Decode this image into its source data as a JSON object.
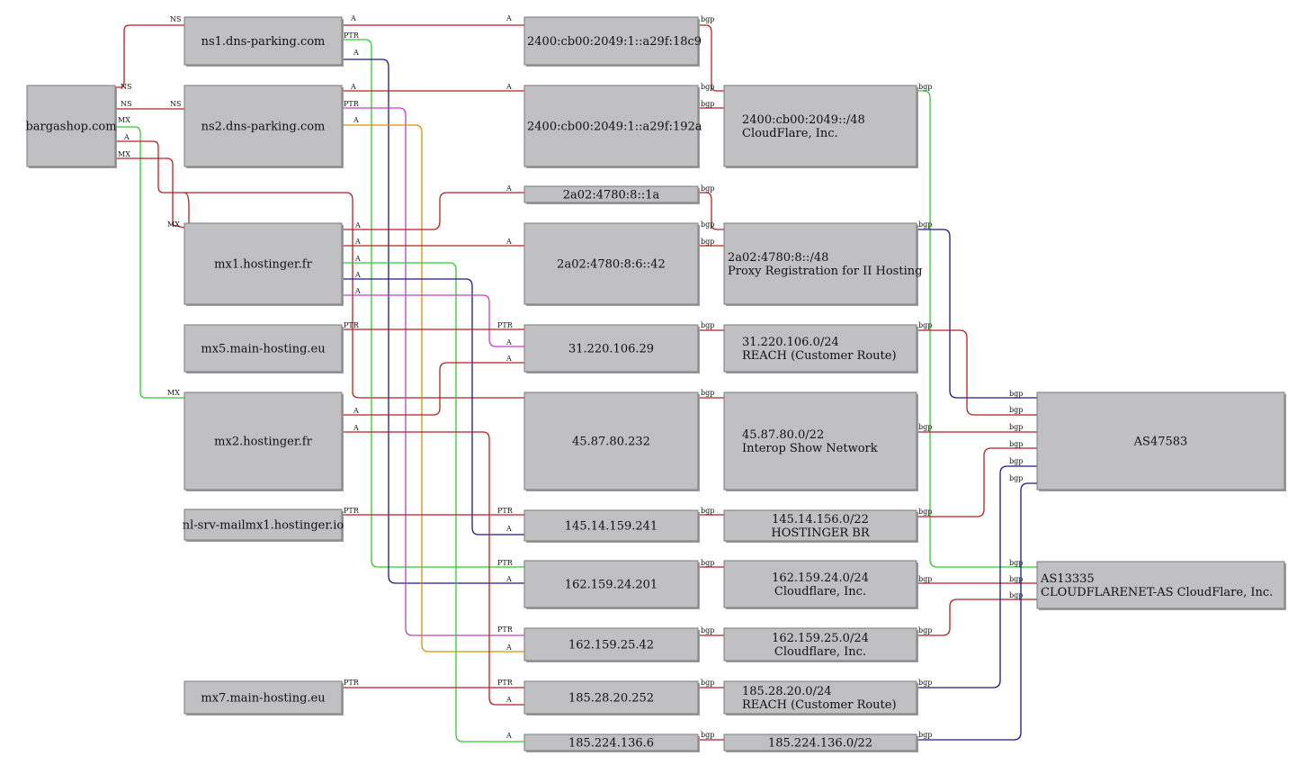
{
  "nodes": [
    {
      "id": "bargashop",
      "lines": [
        "bargashop.com"
      ]
    },
    {
      "id": "ns1",
      "lines": [
        "ns1.dns-parking.com"
      ]
    },
    {
      "id": "ns2",
      "lines": [
        "ns2.dns-parking.com"
      ]
    },
    {
      "id": "mx1",
      "lines": [
        "mx1.hostinger.fr"
      ]
    },
    {
      "id": "mx5",
      "lines": [
        "mx5.main-hosting.eu"
      ]
    },
    {
      "id": "mx2",
      "lines": [
        "mx2.hostinger.fr"
      ]
    },
    {
      "id": "nlsrv",
      "lines": [
        "nl-srv-mailmx1.hostinger.io"
      ]
    },
    {
      "id": "mx7",
      "lines": [
        "mx7.main-hosting.eu"
      ]
    },
    {
      "id": "ip6a",
      "lines": [
        "2400:cb00:2049:1::a29f:18c9"
      ]
    },
    {
      "id": "ip6b",
      "lines": [
        "2400:cb00:2049:1::a29f:192a"
      ]
    },
    {
      "id": "ip6c",
      "lines": [
        "2a02:4780:8::1a"
      ]
    },
    {
      "id": "ip6d",
      "lines": [
        "2a02:4780:8:6::42"
      ]
    },
    {
      "id": "ip31",
      "lines": [
        "31.220.106.29"
      ]
    },
    {
      "id": "ip45",
      "lines": [
        "45.87.80.232"
      ]
    },
    {
      "id": "ip145",
      "lines": [
        "145.14.159.241"
      ]
    },
    {
      "id": "ip162a",
      "lines": [
        "162.159.24.201"
      ]
    },
    {
      "id": "ip162b",
      "lines": [
        "162.159.25.42"
      ]
    },
    {
      "id": "ip185a",
      "lines": [
        "185.28.20.252"
      ]
    },
    {
      "id": "ip185b",
      "lines": [
        "185.224.136.6"
      ]
    },
    {
      "id": "pfx2400",
      "lines": [
        "2400:cb00:2049::/48",
        "CloudFlare, Inc."
      ]
    },
    {
      "id": "pfx2a02",
      "lines": [
        "2a02:4780:8::/48",
        "Proxy Registration for II Hosting"
      ]
    },
    {
      "id": "pfx31",
      "lines": [
        "31.220.106.0/24",
        "REACH (Customer Route)"
      ]
    },
    {
      "id": "pfx45",
      "lines": [
        "45.87.80.0/22",
        "Interop Show Network"
      ]
    },
    {
      "id": "pfx145",
      "lines": [
        "145.14.156.0/22",
        "HOSTINGER BR"
      ]
    },
    {
      "id": "pfx162a",
      "lines": [
        "162.159.24.0/24",
        "Cloudflare, Inc."
      ]
    },
    {
      "id": "pfx162b",
      "lines": [
        "162.159.25.0/24",
        "Cloudflare, Inc."
      ]
    },
    {
      "id": "pfx185a",
      "lines": [
        "185.28.20.0/24",
        "REACH (Customer Route)"
      ]
    },
    {
      "id": "pfx185b",
      "lines": [
        "185.224.136.0/22"
      ]
    },
    {
      "id": "as47583",
      "lines": [
        "AS47583"
      ]
    },
    {
      "id": "as13335",
      "lines": [
        "AS13335",
        "CLOUDFLARENET-AS CloudFlare, Inc."
      ]
    }
  ],
  "edge_labels": {
    "ns": "NS",
    "mx": "MX",
    "a": "A",
    "ptr": "PTR",
    "bgp": "bgp"
  },
  "colors": {
    "red": "#b22222",
    "green": "#2ecc2e",
    "navy": "#1a1a8c",
    "magenta": "#c040c0",
    "orange": "#d4900a"
  }
}
